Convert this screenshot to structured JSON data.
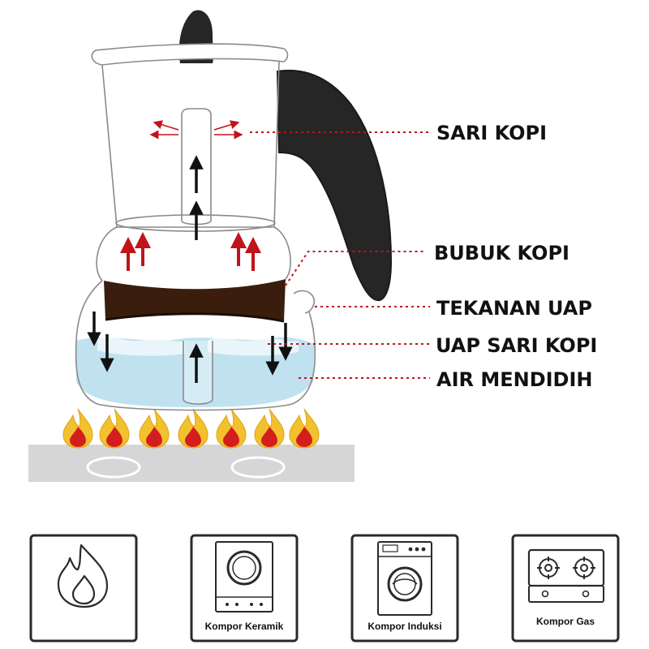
{
  "labels": {
    "sari_kopi": "SARI KOPI",
    "bubuk_kopi": "BUBUK KOPI",
    "tekanan_uap": "TEKANAN UAP",
    "uap_sari_kopi": "UAP SARI KOPI",
    "air_mendidih": "AIR MENDIDIH"
  },
  "stove_types": [
    {
      "name": "fire",
      "label": ""
    },
    {
      "name": "ceramic",
      "label": "Kompor Keramik"
    },
    {
      "name": "induction",
      "label": "Kompor Induksi"
    },
    {
      "name": "gas",
      "label": "Kompor Gas"
    }
  ],
  "colors": {
    "arrow_black": "#111111",
    "arrow_red": "#c0141a",
    "coffee": "#3a1d0c",
    "water": "#bde0ef",
    "handle": "#262626",
    "stove": "#d6d6d6",
    "flame_outer": "#f2c12e",
    "flame_inner": "#d41e1e"
  }
}
